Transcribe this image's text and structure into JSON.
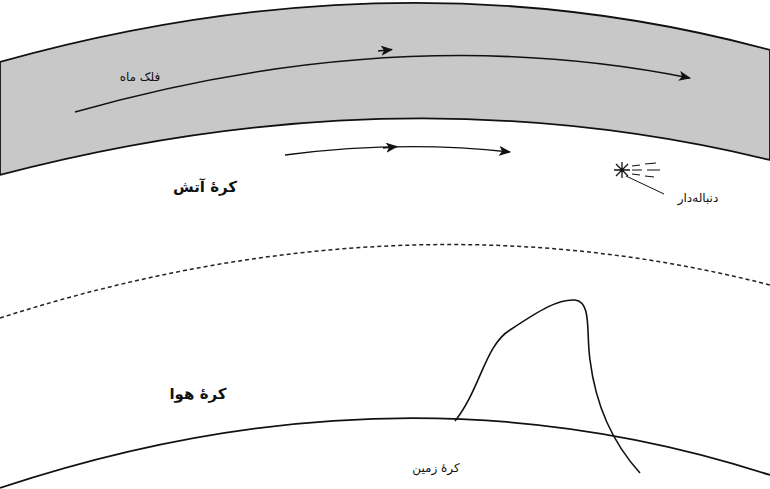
{
  "diagram": {
    "nodes": [
      {
        "text": [
          "فلک ماه"
        ]
      }
    ],
    "labels": [
      "کرهٔ آتش",
      "دنباله‌دار",
      "کرهٔ هوا",
      "کرهٔ زمین"
    ]
  }
}
